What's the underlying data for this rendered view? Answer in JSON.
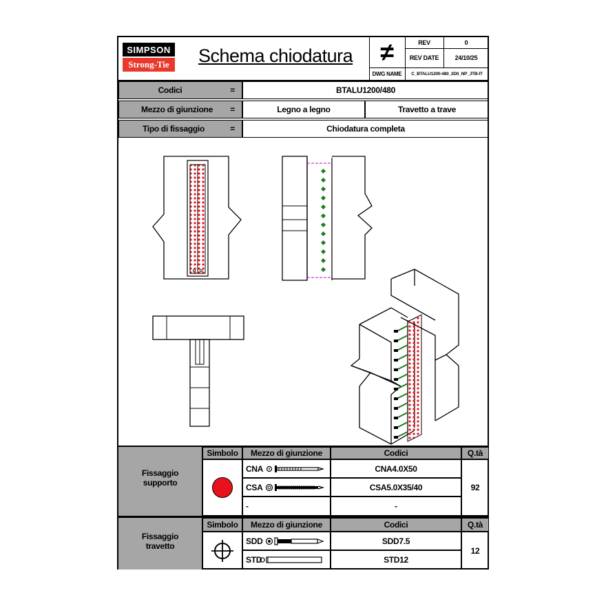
{
  "header": {
    "logo_top": "SIMPSON",
    "logo_bottom": "Strong-Tie",
    "title": "Schema chiodatura",
    "symbol": "≠",
    "rev_label": "REV",
    "rev_value": "0",
    "rev_date_label": "REV DATE",
    "rev_date_value": "24/10/25",
    "dwg_name_label": "DWG NAME",
    "dwg_name_value": "C_BTALU1200-480_2D0_NP_JTB-IT"
  },
  "info": {
    "codici_label": "Codici",
    "codici_value": "BTALU1200/480",
    "mezzo_label": "Mezzo di giunzione",
    "mezzo_value_1": "Legno a legno",
    "mezzo_value_2": "Travetto a trave",
    "tipo_label": "Tipo di fissaggio",
    "tipo_value": "Chiodatura completa",
    "equals": "="
  },
  "table_support": {
    "group_label": "Fissaggio supporto",
    "headers": [
      "Simbolo",
      "Mezzo di giunzione",
      "Codici",
      "Q.tà"
    ],
    "rows": [
      {
        "fastener": "CNA",
        "code": "CNA4.0X50"
      },
      {
        "fastener": "CSA",
        "code": "CSA5.0X35/40"
      },
      {
        "fastener": "-",
        "code": "-"
      }
    ],
    "quantity": "92",
    "symbol_color": "#e8121c"
  },
  "table_joist": {
    "group_label": "Fissaggio travetto",
    "headers": [
      "Simbolo",
      "Mezzo di giunzione",
      "Codici",
      "Q.tà"
    ],
    "rows": [
      {
        "fastener": "SDD",
        "code": "SDD7.5"
      },
      {
        "fastener": "STD",
        "code": "STD12"
      }
    ],
    "quantity": "12",
    "symbol_color": "#1e7b1e"
  },
  "colors": {
    "grey_header": "#a6a6a6",
    "nail_red": "#e8121c",
    "dowel_green": "#1e7b1e",
    "outline_magenta": "#d63ad6"
  }
}
